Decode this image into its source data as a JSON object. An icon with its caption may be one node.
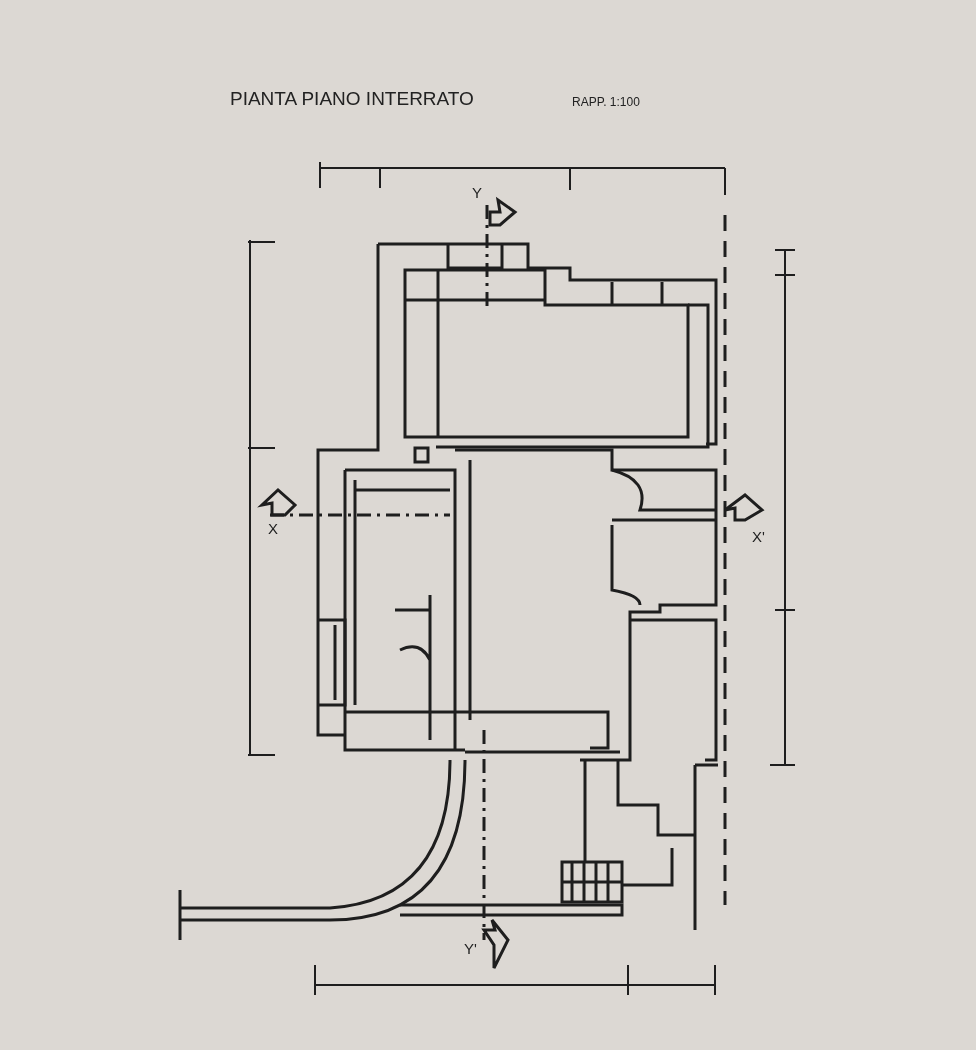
{
  "diagram": {
    "title": "PIANTA PIANO INTERRATO",
    "labels": [
      "RAPP. 1:100",
      "Y",
      "X",
      "X'",
      "Y'"
    ]
  }
}
